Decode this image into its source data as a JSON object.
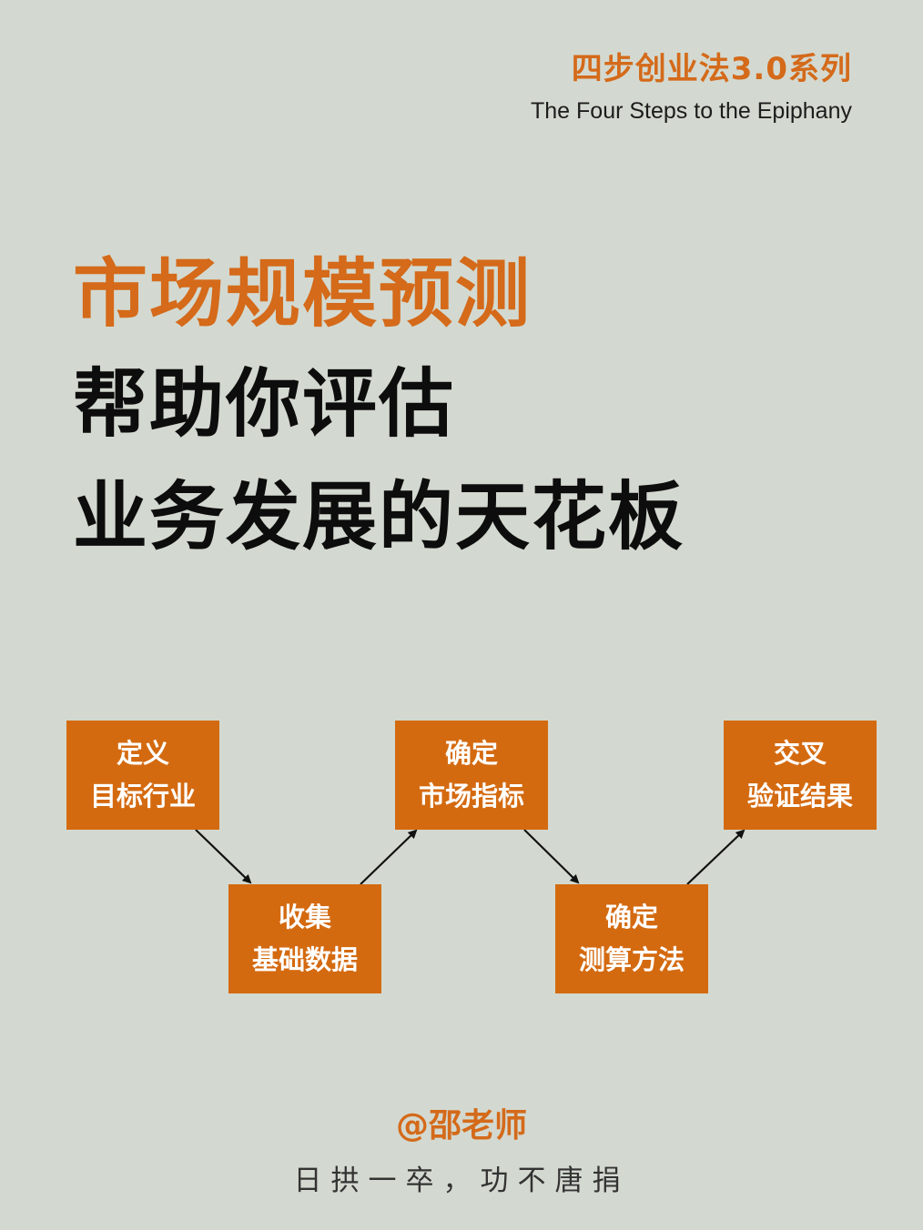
{
  "header": {
    "series_title": "四步创业法3.0系列",
    "series_subtitle": "The Four Steps to the Epiphany"
  },
  "headline": {
    "line1": "市场规模预测",
    "line2": "帮助你评估",
    "line3": "业务发展的天花板"
  },
  "colors": {
    "accent": "#d46a1a",
    "box": "#d46a10",
    "background": "#d3d9d0",
    "text": "#0d0d0d"
  },
  "steps": [
    {
      "line1": "定义",
      "line2": "目标行业"
    },
    {
      "line1": "收集",
      "line2": "基础数据"
    },
    {
      "line1": "确定",
      "line2": "市场指标"
    },
    {
      "line1": "确定",
      "line2": "测算方法"
    },
    {
      "line1": "交叉",
      "line2": "验证结果"
    }
  ],
  "footer": {
    "author": "@邵老师",
    "motto": "日拱一卒，功不唐捐"
  }
}
